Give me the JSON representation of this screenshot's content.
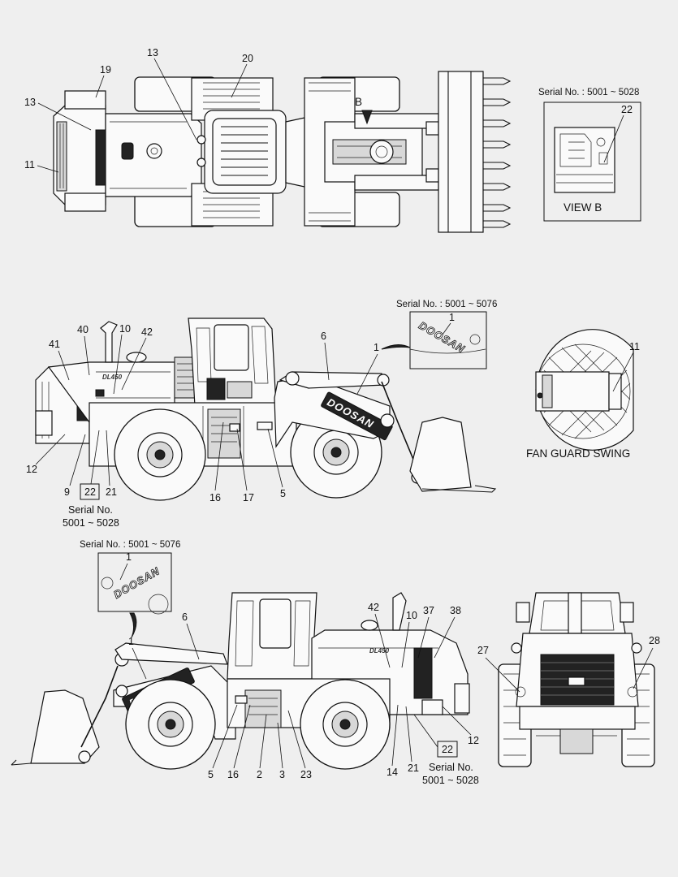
{
  "top_view": {
    "callouts": [
      "13",
      "20",
      "19",
      "13",
      "11"
    ],
    "view_arrow": "B"
  },
  "view_b": {
    "serial": "Serial No.  : 5001 ~ 5028",
    "callout": "22",
    "caption": "VIEW   B"
  },
  "side_left": {
    "inset_serial": "Serial No.  : 5001 ~ 5076",
    "inset_callout": "1",
    "brand": "DOOSAN",
    "model": "DL450",
    "callouts": [
      "41",
      "40",
      "10",
      "42",
      "6",
      "1",
      "12",
      "9",
      "21",
      "16",
      "17",
      "5"
    ],
    "boxed_callout": "22",
    "serial_line1": "Serial No.",
    "serial_line2": "5001 ~ 5028"
  },
  "fan_guard": {
    "callout": "11",
    "caption": "FAN GUARD SWING"
  },
  "side_right": {
    "inset_serial": "Serial No.  : 5001 ~ 5076",
    "inset_callout": "1",
    "brand": "DOOSAN",
    "model": "DL450",
    "callouts": [
      "6",
      "1",
      "42",
      "10",
      "37",
      "38",
      "12",
      "5",
      "16",
      "2",
      "3",
      "23",
      "14",
      "21"
    ],
    "boxed_callout": "22",
    "serial_line1": "Serial No.",
    "serial_line2": "5001 ~ 5028"
  },
  "rear_view": {
    "callouts": [
      "27",
      "28"
    ]
  }
}
